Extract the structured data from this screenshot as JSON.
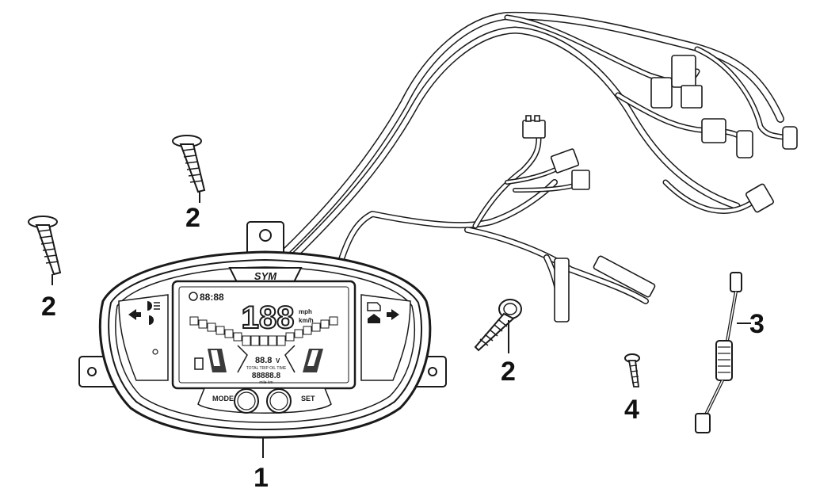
{
  "callouts": [
    "1",
    "2",
    "2",
    "2",
    "3",
    "4"
  ],
  "dash": {
    "brand": "SYM",
    "clock": "88:88",
    "speed": "188",
    "unit_mph": "mph",
    "unit_kmh": "km/h",
    "volt": "88.8",
    "volt_unit": "V",
    "trip_labels": "TOTAL TRIP OIL TIME",
    "odometer": "88888.8",
    "odo_units": "mile km",
    "mode_label": "MODE",
    "set_label": "SET"
  },
  "colors": {
    "line": "#1a1a1a",
    "fill": "#ffffff",
    "shade": "#3a3a3a"
  }
}
